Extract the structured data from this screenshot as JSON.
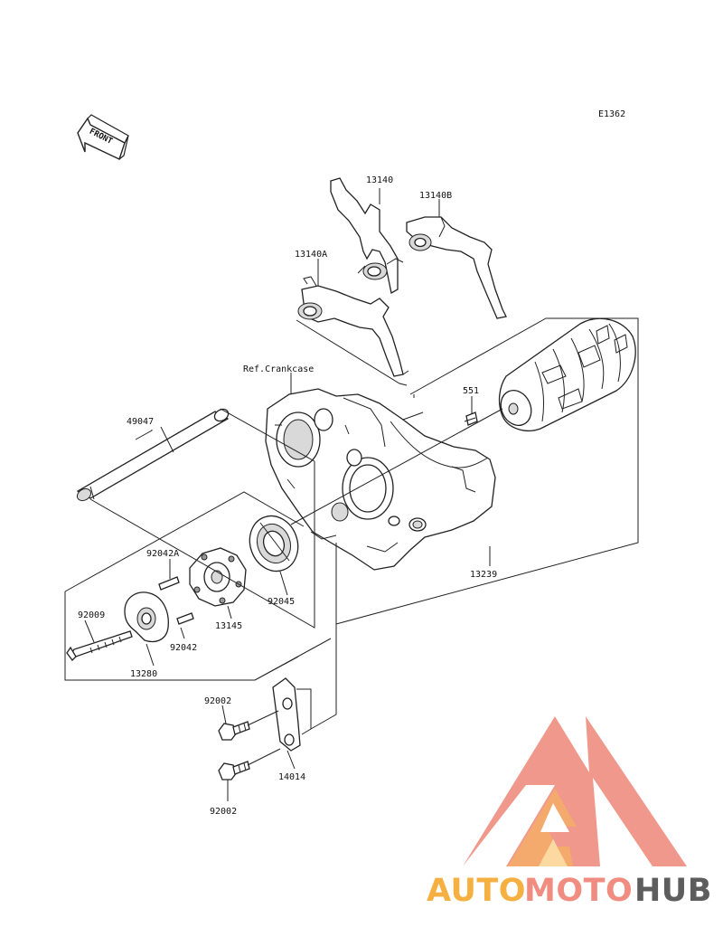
{
  "diagram": {
    "code": "E1362",
    "front_label": "FRONT",
    "ref_label": "Ref.Crankcase",
    "parts": [
      {
        "id": "p13140",
        "label": "13140"
      },
      {
        "id": "p13140B",
        "label": "13140B"
      },
      {
        "id": "p13140A",
        "label": "13140A"
      },
      {
        "id": "p551",
        "label": "551"
      },
      {
        "id": "p49047",
        "label": "49047"
      },
      {
        "id": "p13239",
        "label": "13239"
      },
      {
        "id": "p92042A",
        "label": "92042A"
      },
      {
        "id": "p92045",
        "label": "92045"
      },
      {
        "id": "p92009",
        "label": "92009"
      },
      {
        "id": "p13145",
        "label": "13145"
      },
      {
        "id": "p92042",
        "label": "92042"
      },
      {
        "id": "p13280",
        "label": "13280"
      },
      {
        "id": "p92002a",
        "label": "92002"
      },
      {
        "id": "p14014",
        "label": "14014"
      },
      {
        "id": "p92002b",
        "label": "92002"
      }
    ]
  },
  "watermark": {
    "word_part1": "AUTO",
    "word_part2": "MOTO",
    "word_part3": "HUB",
    "color_orange": "#f5b041",
    "color_salmon": "#f08d80",
    "color_gray": "#5d5d5d"
  }
}
